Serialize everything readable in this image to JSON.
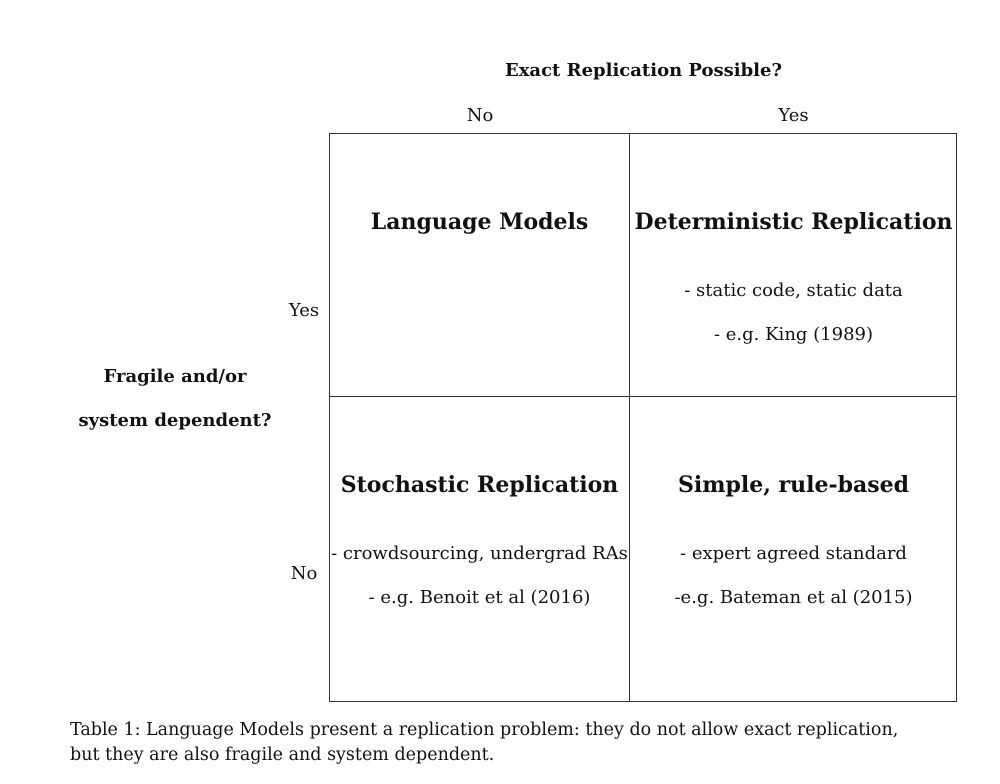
{
  "columns": {
    "title": "Exact Replication Possible?",
    "no": "No",
    "yes": "Yes"
  },
  "rows": {
    "title_line1": "Fragile and/or",
    "title_line2": "system dependent?",
    "yes": "Yes",
    "no": "No"
  },
  "cells": {
    "top_left": {
      "title": "Language Models"
    },
    "top_right": {
      "title": "Deterministic Replication",
      "line1": "- static code, static data",
      "line2": "- e.g. King (1989)"
    },
    "bottom_left": {
      "title": "Stochastic Replication",
      "line1": "- crowdsourcing, undergrad RAs",
      "line2": "- e.g. Benoit et al (2016)"
    },
    "bottom_right": {
      "title": "Simple, rule-based",
      "line1": "- expert agreed standard",
      "line2": "-e.g. Bateman et al (2015)"
    }
  },
  "caption": {
    "line1": "Table 1: Language Models present a replication problem: they do not allow exact replication,",
    "line2": "but they are also fragile and system dependent."
  }
}
